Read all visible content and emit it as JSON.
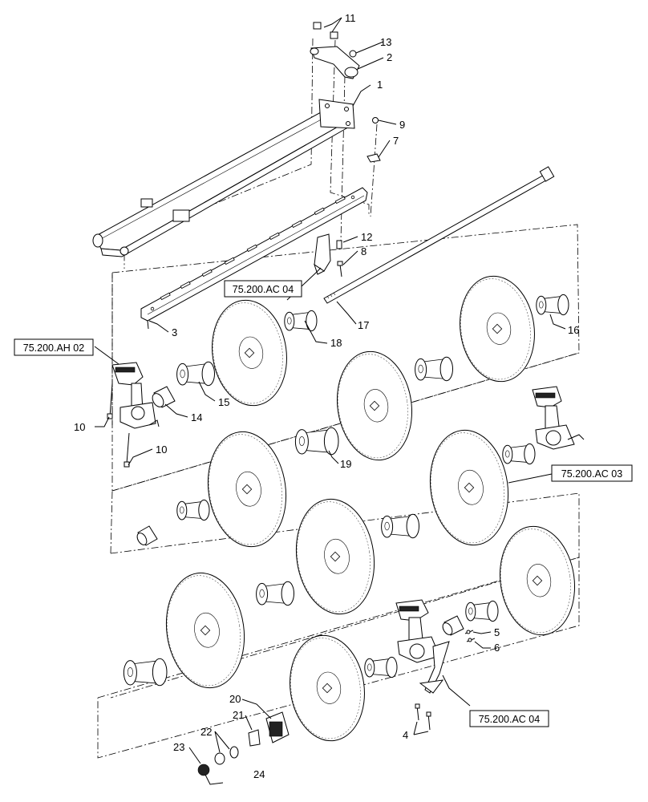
{
  "callouts": [
    "1",
    "2",
    "3",
    "4",
    "5",
    "6",
    "7",
    "8",
    "9",
    "10",
    "10",
    "11",
    "12",
    "13",
    "14",
    "15",
    "16",
    "17",
    "18",
    "19",
    "20",
    "21",
    "22",
    "23",
    "24"
  ],
  "references": [
    "75.200.AC 04",
    "75.200.AH 02",
    "75.200.AC 03",
    "75.200.AC 04"
  ]
}
